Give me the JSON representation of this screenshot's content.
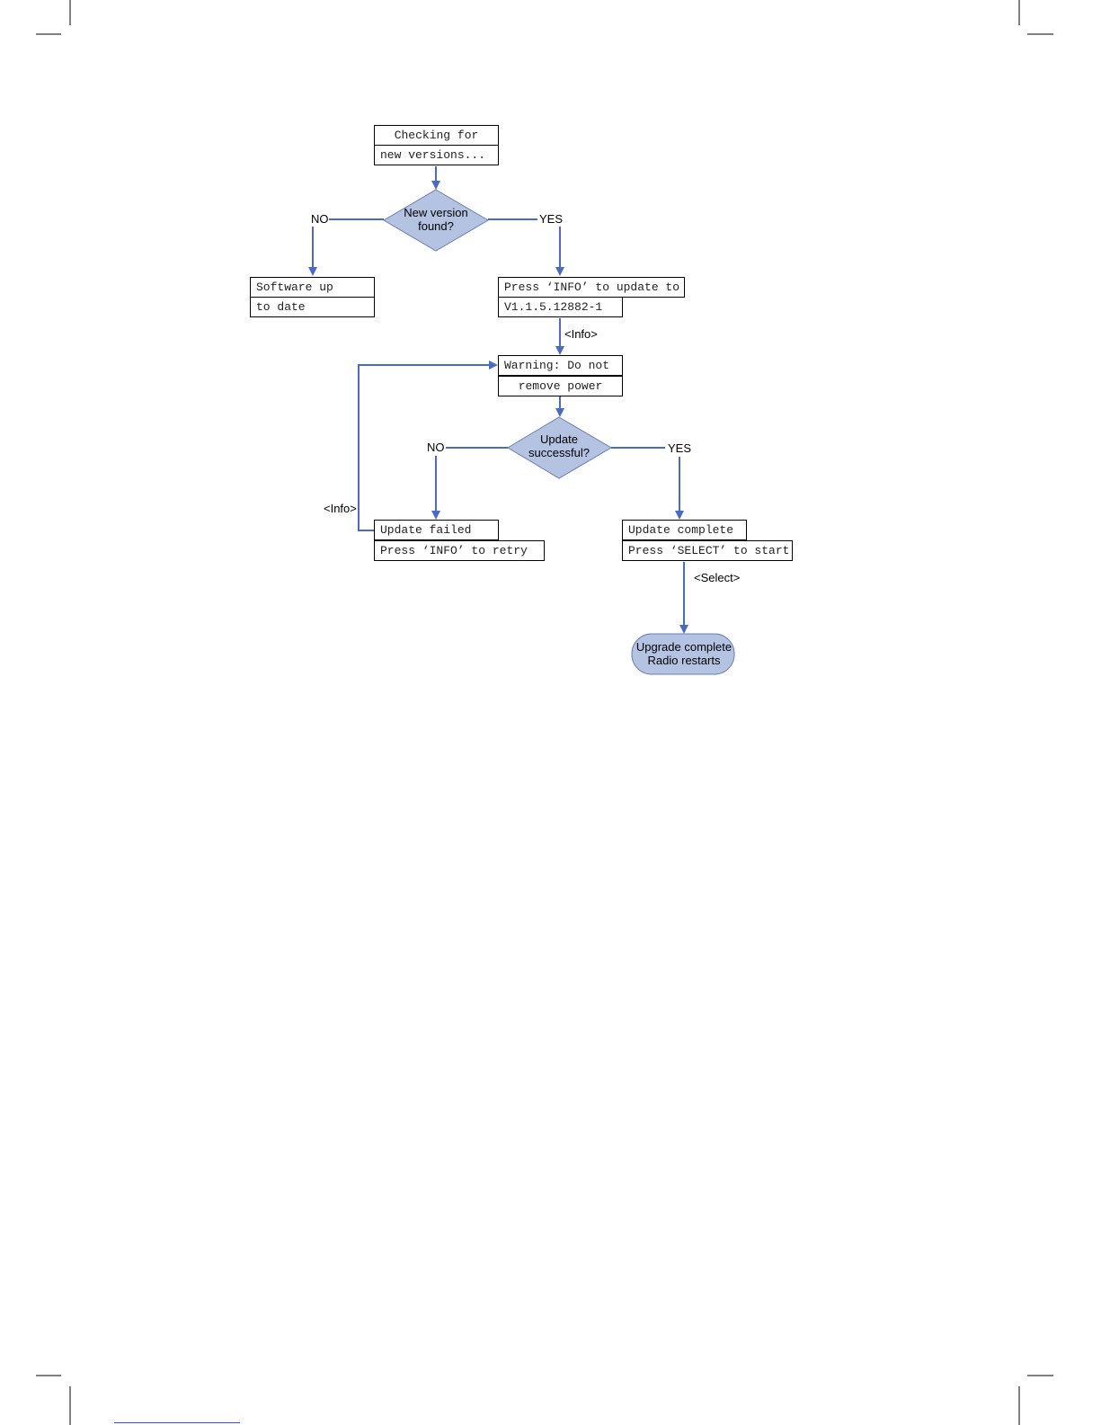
{
  "flowchart": {
    "check": {
      "line1": "Checking for",
      "line2": "new versions..."
    },
    "decision1": {
      "line1": "New version",
      "line2": "found?"
    },
    "decision1_no": "NO",
    "decision1_yes": "YES",
    "up_to_date": {
      "line1": "Software up",
      "line2": "to date"
    },
    "press_info": {
      "line1": "Press ‘INFO’ to update to",
      "line2": "V1.1.5.12882-1"
    },
    "info_edge": "<Info>",
    "warning": {
      "line1": "Warning: Do not",
      "line2": "remove power"
    },
    "decision2": {
      "line1": "Update",
      "line2": "successful?"
    },
    "decision2_no": "NO",
    "decision2_yes": "YES",
    "failed": {
      "line1": "Update failed",
      "line2": "Press ‘INFO’ to retry"
    },
    "retry_edge": "<Info>",
    "complete": {
      "line1": "Update complete",
      "line2": "Press ‘SELECT’ to start"
    },
    "select_edge": "<Select>",
    "terminal": {
      "line1": "Upgrade complete",
      "line2": "Radio restarts"
    }
  },
  "colors": {
    "connector": "#4a6cc0",
    "shape_fill": "#b4c3e2",
    "shape_stroke": "#6b7fb0"
  }
}
